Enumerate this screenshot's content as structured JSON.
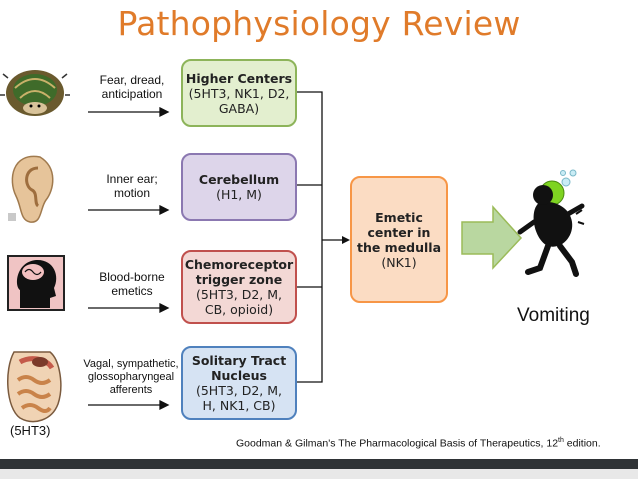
{
  "title": "Pathophysiology Review",
  "triggers": [
    {
      "text": "Fear, dread,\nanticipation",
      "icon": "turtle-icon"
    },
    {
      "text": "Inner ear;\nmotion",
      "icon": "ear-icon"
    },
    {
      "text": "Blood-borne\nemetics",
      "icon": "brain-head-icon"
    },
    {
      "text": "Vagal, sympathetic,\nglossopharyngeal\nafferents",
      "icon": "gut-icon"
    }
  ],
  "boxes": [
    {
      "head": "Higher Centers",
      "sub": "(5HT3, NK1, D2,\nGABA)",
      "fill": "#e3efcf",
      "border": "#8db45a"
    },
    {
      "head": "Cerebellum",
      "sub": "(H1, M)",
      "fill": "#ddd5ea",
      "border": "#8b78b1"
    },
    {
      "head": "Chemoreceptor\ntrigger zone",
      "sub": "(5HT3, D2, M,\nCB, opioid)",
      "fill": "#f3d8d5",
      "border": "#c0504d"
    },
    {
      "head": "Solitary Tract\nNucleus",
      "sub": "(5HT3, D2, M,\nH, NK1, CB)",
      "fill": "#d6e3f3",
      "border": "#4f81bd"
    }
  ],
  "emetic": {
    "head": "Emetic\ncenter in\nthe medulla",
    "sub": "(NK1)",
    "fill": "#fbdcc3",
    "border": "#f79646"
  },
  "outcome": {
    "label": "Vomiting",
    "icon": "vomiting-figure-icon"
  },
  "gut_label": "(5HT3)",
  "credit": {
    "text": "Goodman & Gilman's The Pharmacological Basis of Therapeutics, 12",
    "sup": "th",
    "tail": " edition."
  },
  "colors": {
    "title": "#e07b2a",
    "arrow": "#b9d7a0",
    "arrow_border": "#9bbb59"
  }
}
